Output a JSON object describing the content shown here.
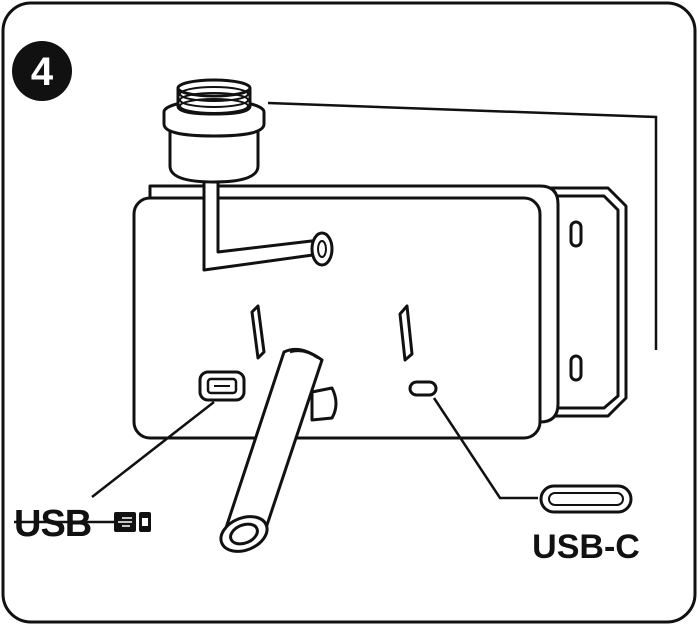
{
  "step": {
    "number": "4"
  },
  "labels": {
    "usb": "USB",
    "usb_c": "USB-C"
  },
  "icons": {
    "usb_symbol": "usb-trident-icon",
    "usb_a_port": "usb-a-port-icon",
    "usb_c_port": "usb-c-port-icon"
  },
  "colors": {
    "line": "#111111",
    "fill": "#ffffff",
    "badge": "#111111"
  }
}
